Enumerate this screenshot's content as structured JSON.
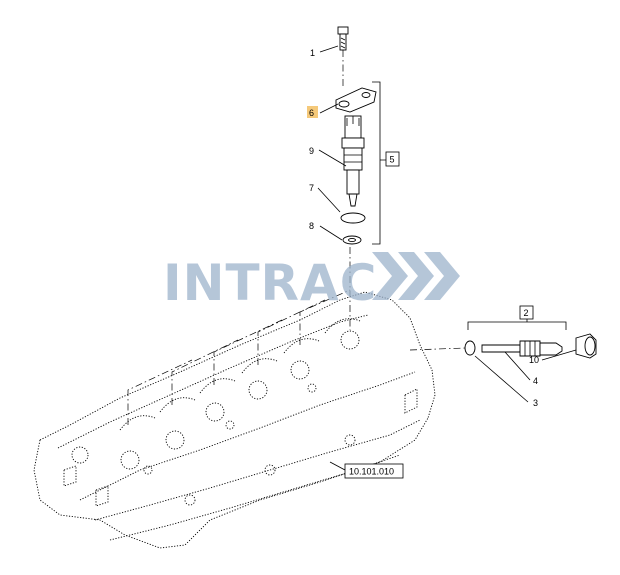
{
  "watermark": {
    "text": "INTRAC"
  },
  "callouts": [
    {
      "id": "c1",
      "label": "1"
    },
    {
      "id": "c6",
      "label": "6",
      "highlighted": true
    },
    {
      "id": "c9",
      "label": "9"
    },
    {
      "id": "c7",
      "label": "7"
    },
    {
      "id": "c8",
      "label": "8"
    },
    {
      "id": "c10",
      "label": "10"
    },
    {
      "id": "c4",
      "label": "4"
    },
    {
      "id": "c3",
      "label": "3"
    }
  ],
  "group_labels": [
    {
      "id": "g5",
      "label": "5"
    },
    {
      "id": "g2",
      "label": "2"
    }
  ],
  "reference": {
    "label": "10.101.010"
  },
  "colors": {
    "highlight": "#f5c97a",
    "watermark": "#9db3cc",
    "line": "#000000"
  }
}
